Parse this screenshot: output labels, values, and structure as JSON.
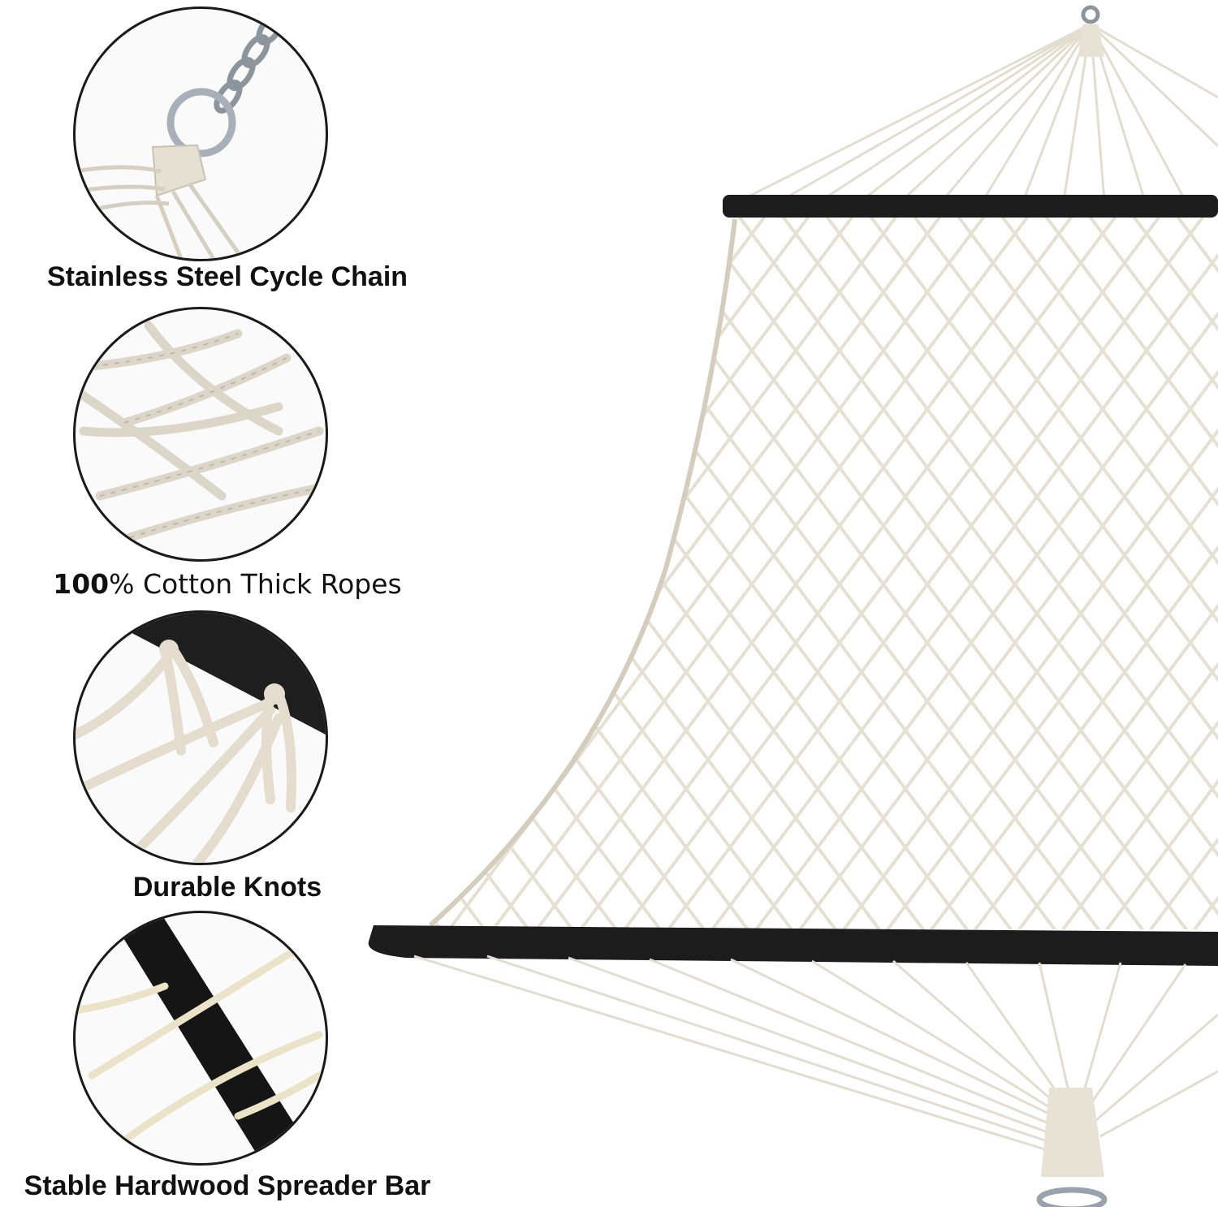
{
  "features": [
    {
      "icon": "chain-ring-icon",
      "caption": "Stainless Steel Cycle Chain"
    },
    {
      "icon": "cotton-rope-icon",
      "caption_prefix": "100",
      "caption_rest": "% Cotton Thick Ropes"
    },
    {
      "icon": "knot-icon",
      "caption": "Durable Knots"
    },
    {
      "icon": "spreader-bar-icon",
      "caption": "Stable Hardwood Spreader Bar"
    }
  ],
  "colors": {
    "rope": "#e9e4d8",
    "rope_shade": "#c9c2b2",
    "bar": "#1c1c1c",
    "border": "#1a1a1a",
    "metal": "#9aa3ad"
  }
}
